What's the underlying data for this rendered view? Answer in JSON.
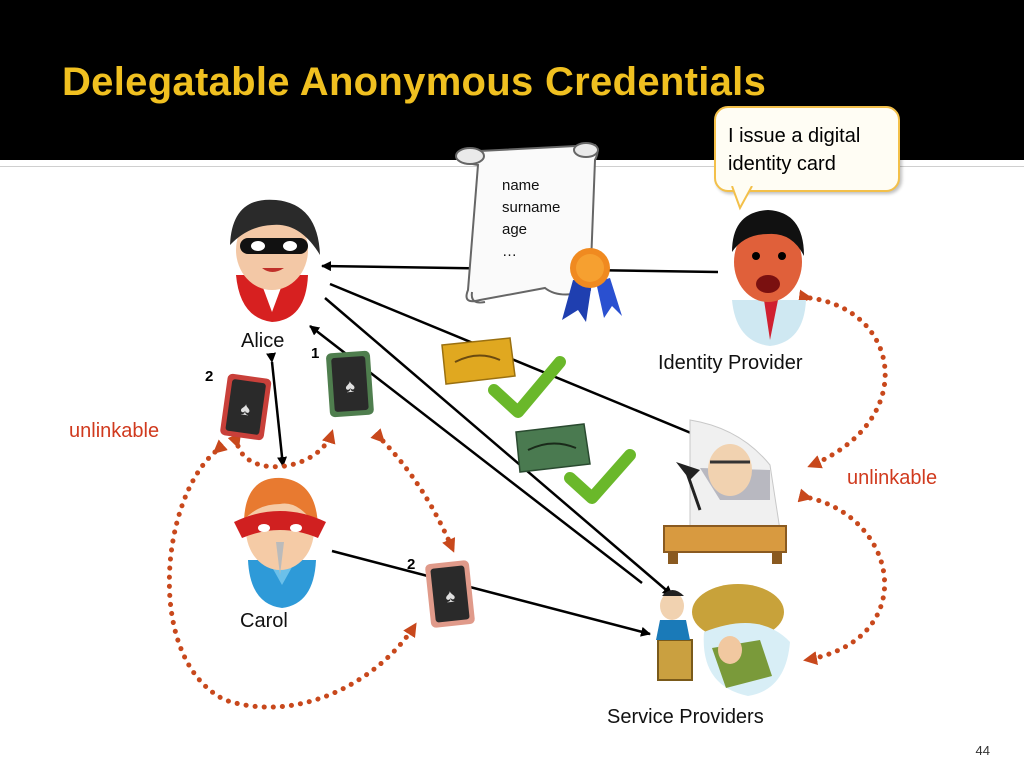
{
  "slide": {
    "title": "Delegatable Anonymous Credentials",
    "page_number": "44"
  },
  "speech_bubble": {
    "line1": "I issue a digital",
    "line2": "identity card"
  },
  "scroll_fields": [
    "name",
    "surname",
    "age",
    "…"
  ],
  "actors": {
    "alice": "Alice",
    "carol": "Carol",
    "identity_provider": "Identity Provider",
    "service_providers": "Service Providers"
  },
  "annotations": {
    "unlinkable_left": "unlinkable",
    "unlinkable_right": "unlinkable",
    "num_1": "1",
    "num_2_alice": "2",
    "num_2_carol": "2"
  },
  "colors": {
    "title": "#f0c020",
    "dotted_arrow": "#c8481c",
    "unlinkable_text": "#d03a1e",
    "passport_red": "#c9403a",
    "passport_green": "#4f7e4e"
  }
}
